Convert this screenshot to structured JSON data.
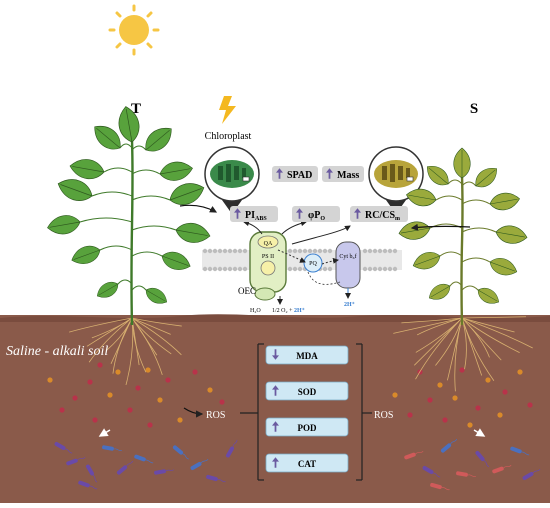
{
  "labels": {
    "tolerant": "T",
    "sensitive": "S",
    "chloroplast": "Chloroplast",
    "soil": "Saline - alkali soil",
    "ros_left": "ROS",
    "ros_right": "ROS"
  },
  "indicators": {
    "spad": "SPAD",
    "mass": "Mass",
    "pi_main": "PI",
    "pi_sub": "ABS",
    "phi_main": "φP",
    "phi_sub": "O",
    "rc_main": "RC/CS",
    "rc_sub": "m"
  },
  "membrane": {
    "qa": "QA",
    "ps2": "PS II",
    "pq": "PQ",
    "cyt": "Cyt b₆f",
    "oec": "OEC",
    "water": "H₂O",
    "products": "1/2 O₂ +",
    "protons_oec": "2H⁺",
    "protons_cyt": "2H⁺"
  },
  "enzymes": [
    {
      "label": "MDA",
      "trend": "down"
    },
    {
      "label": "SOD",
      "trend": "up"
    },
    {
      "label": "POD",
      "trend": "up"
    },
    {
      "label": "CAT",
      "trend": "up"
    }
  ],
  "colors": {
    "soil": "#8a5a4a",
    "leaf_tolerant": "#58a23c",
    "leaf_sensitive": "#9aaa3c",
    "sun": "#f6c644",
    "bolt": "#f4b820",
    "indicator_box": "#d4d4d4",
    "arrow_purple": "#6a5aa0",
    "enzyme_box": "#cfe8f4",
    "proton_blue": "#3a7fd0"
  }
}
